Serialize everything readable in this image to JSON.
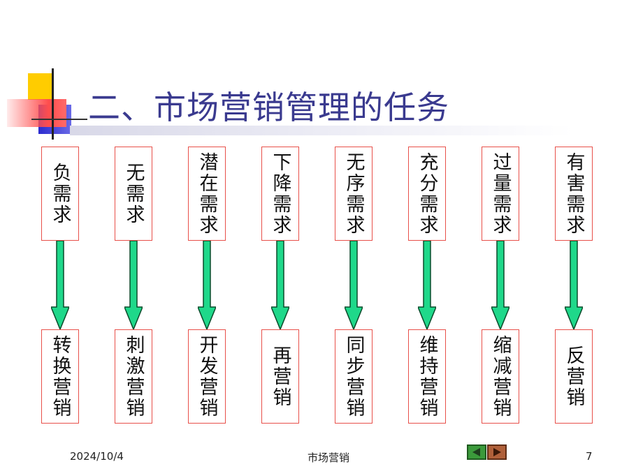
{
  "slide": {
    "title": "二、市场营销管理的任务",
    "columns": [
      {
        "demand": "负需求",
        "strategy": "转换营销"
      },
      {
        "demand": "无需求",
        "strategy": "刺激营销"
      },
      {
        "demand": "潜在需求",
        "strategy": "开发营销"
      },
      {
        "demand": "下降需求",
        "strategy": "再营销"
      },
      {
        "demand": "无序需求",
        "strategy": "同步营销"
      },
      {
        "demand": "充分需求",
        "strategy": "维持营销"
      },
      {
        "demand": "过量需求",
        "strategy": "缩减营销"
      },
      {
        "demand": "有害需求",
        "strategy": "反营销"
      }
    ]
  },
  "footer": {
    "date": "2024/10/4",
    "center": "市场营销",
    "page_number": "7"
  },
  "navigation": {
    "prev_icon": "triangle-left-icon",
    "next_icon": "triangle-right-icon"
  },
  "colors": {
    "title": "#3a3a8f",
    "box_border": "#e8504a",
    "arrow_fill": "#1fd88a",
    "arrow_stroke": "#0a4a2a"
  }
}
